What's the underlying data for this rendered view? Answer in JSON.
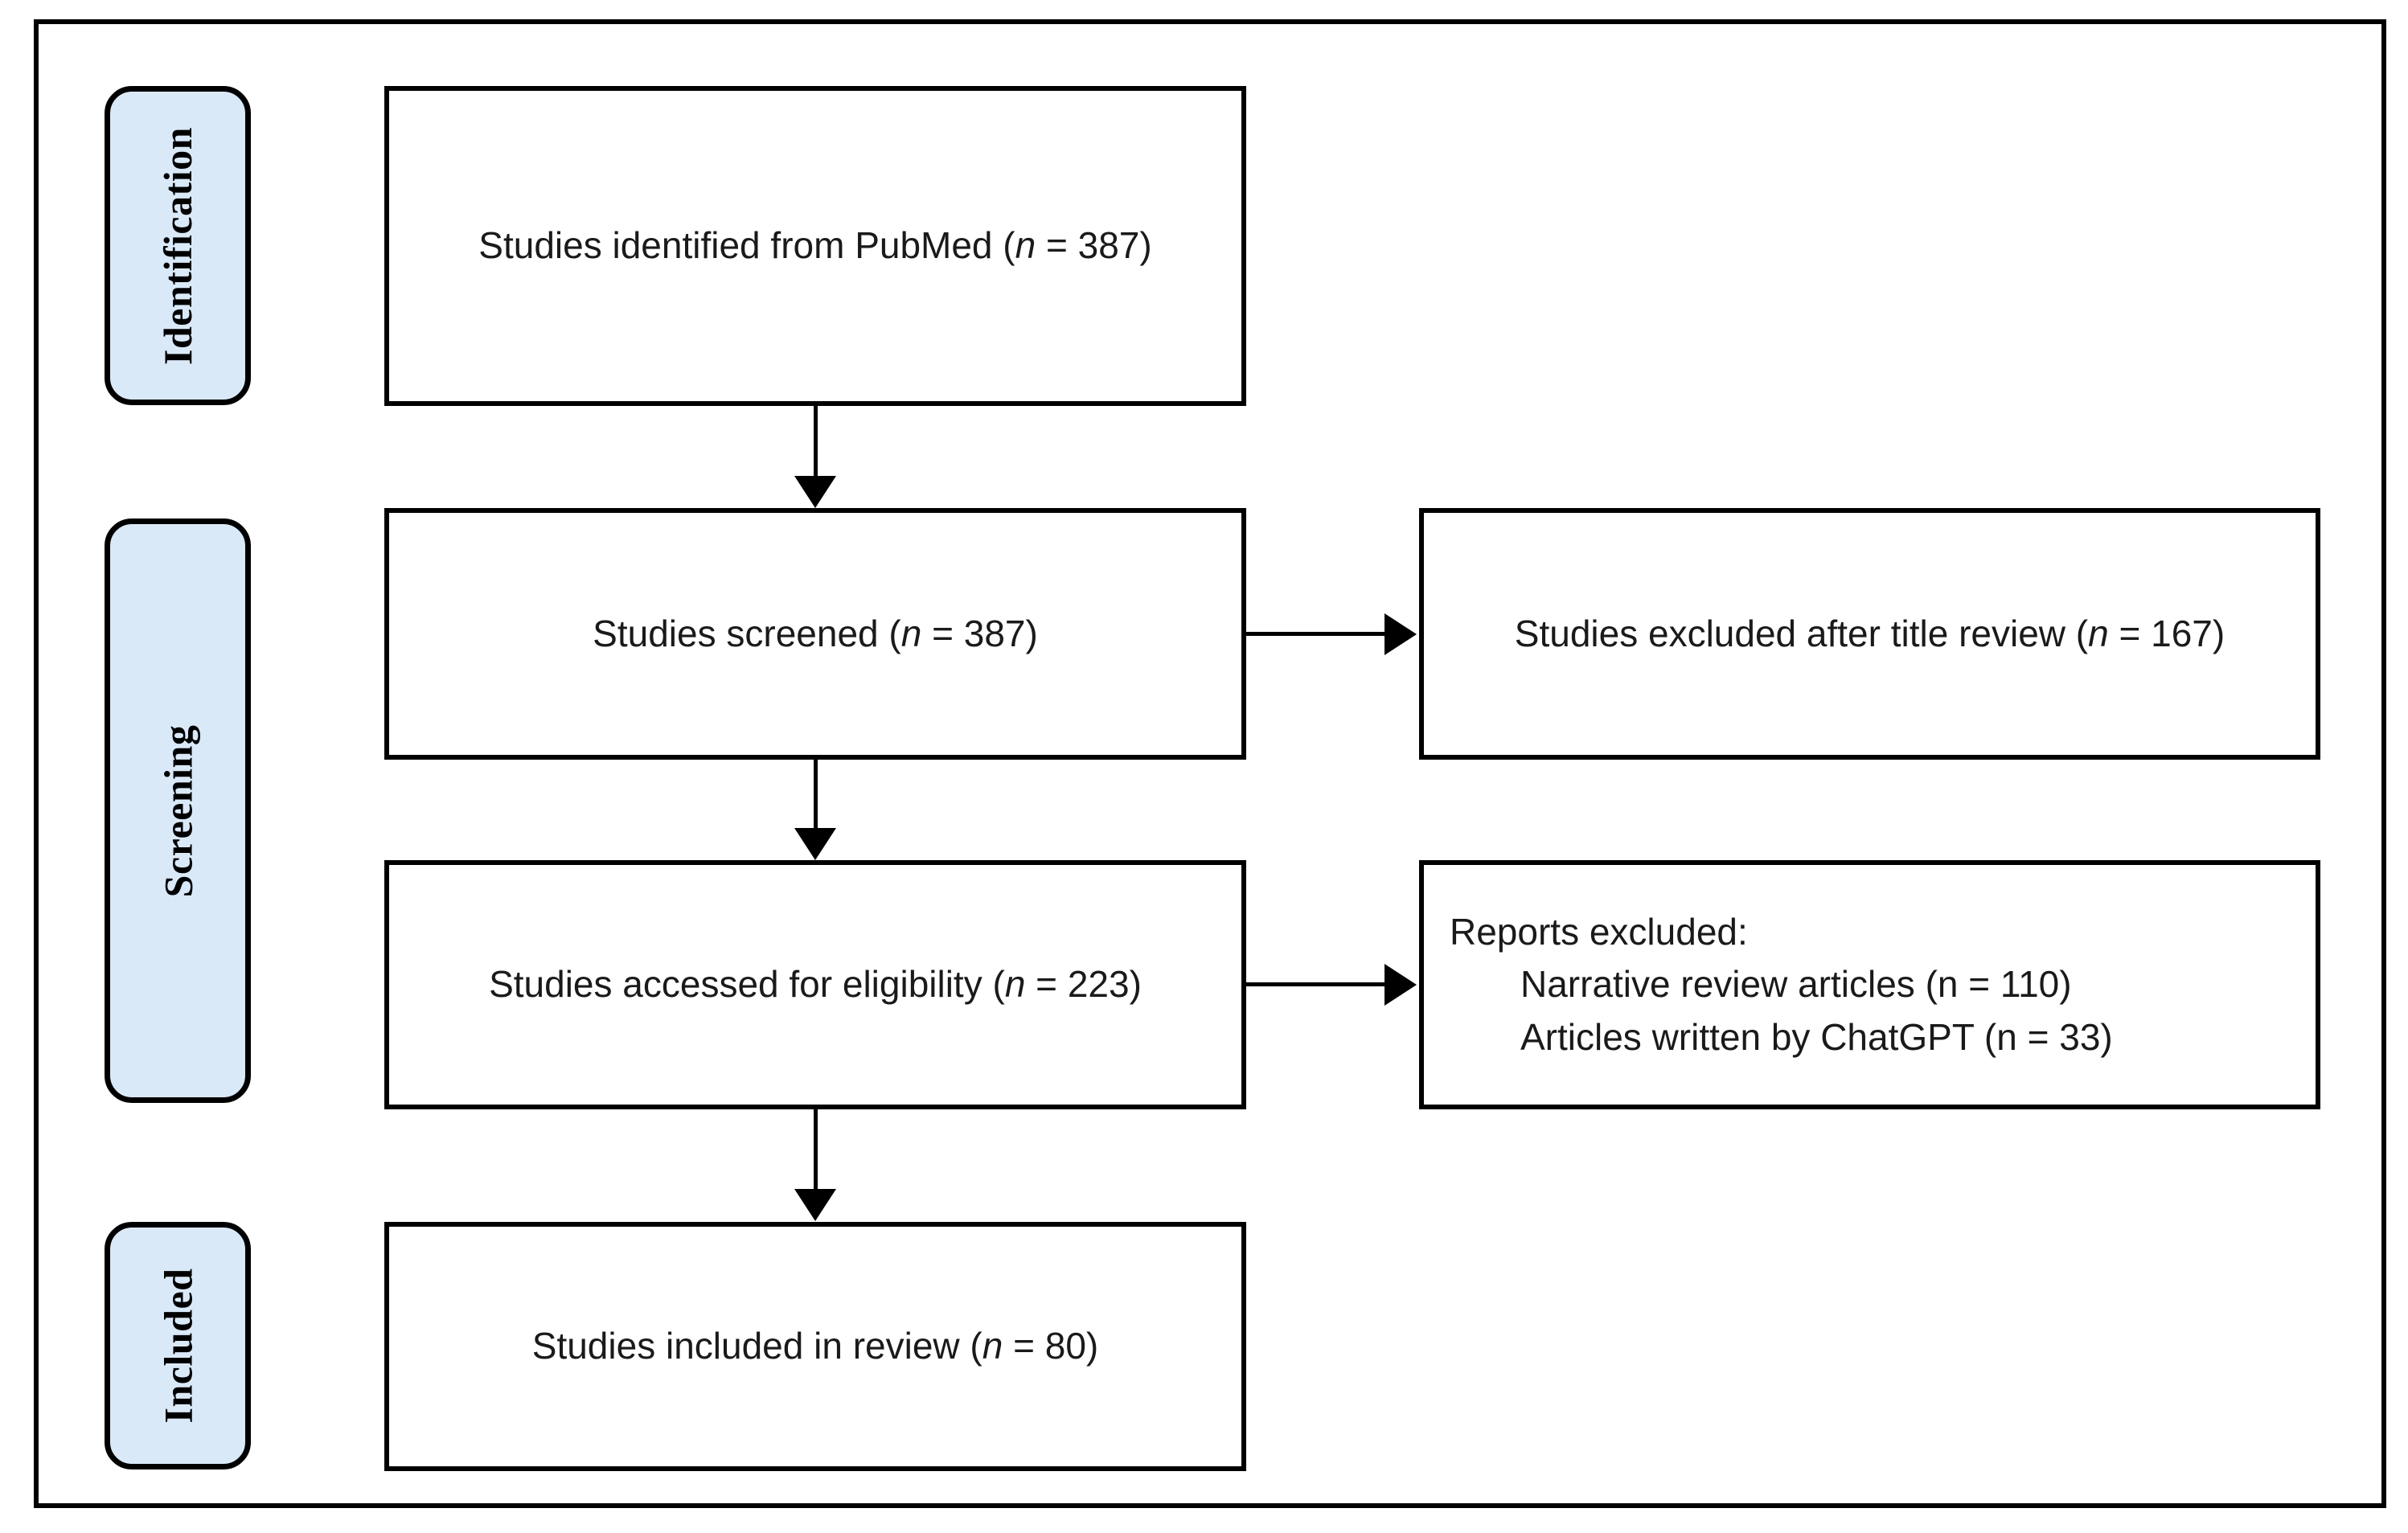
{
  "diagram": {
    "title": "PRISMA study selection flow diagram",
    "frame_color": "#000000",
    "pill_fill_color": "#dae9f8",
    "text_color": "#1a1a1a"
  },
  "stages": [
    {
      "id": "identification",
      "label": "Identification"
    },
    {
      "id": "screening",
      "label": "Screening"
    },
    {
      "id": "included",
      "label": "Included"
    }
  ],
  "boxes": {
    "identified": {
      "text_before": "Studies identified from PubMed (",
      "italic": "n",
      "text_after": " = 387)",
      "count": 387,
      "source": "PubMed"
    },
    "screened": {
      "text_before": "Studies screened (",
      "italic": "n",
      "text_after": " = 387)",
      "count": 387
    },
    "excluded_title": {
      "text_before": "Studies excluded after title review (",
      "italic": "n",
      "text_after": " = 167)",
      "count": 167
    },
    "eligibility": {
      "text_before": "Studies accessed for eligibility (",
      "italic": "n",
      "text_after": " = 223)",
      "count": 223
    },
    "reports_excluded": {
      "heading": "Reports excluded:",
      "items": [
        {
          "text_before": "Narrative review articles (",
          "italic": "n",
          "text_after": " = 110)",
          "count": 110
        },
        {
          "text_before": "Articles written by ChatGPT (",
          "italic": "n",
          "text_after": " = 33)",
          "count": 33
        }
      ]
    },
    "included": {
      "text_before": "Studies included in review (",
      "italic": "n",
      "text_after": " = 80)",
      "count": 80
    }
  },
  "connectors": [
    {
      "id": "identified-to-screened",
      "type": "vertical-arrow",
      "direction": "down"
    },
    {
      "id": "screened-to-eligibility",
      "type": "vertical-arrow",
      "direction": "down"
    },
    {
      "id": "eligibility-to-included",
      "type": "vertical-arrow",
      "direction": "down"
    },
    {
      "id": "screened-to-excluded-title",
      "type": "horizontal-arrow",
      "direction": "right"
    },
    {
      "id": "eligibility-to-reports-excluded",
      "type": "horizontal-arrow",
      "direction": "right"
    }
  ]
}
